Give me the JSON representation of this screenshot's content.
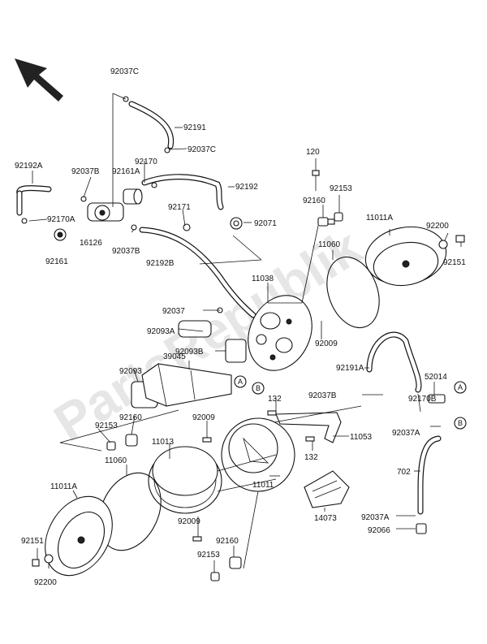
{
  "watermark": "PartsRepublik",
  "part_labels": [
    "92037C",
    "92191",
    "92037C",
    "92192A",
    "92037B",
    "92161A",
    "92170",
    "92192",
    "92170A",
    "16126",
    "92037B",
    "92171",
    "92071",
    "92161",
    "92192B",
    "120",
    "92153",
    "92160",
    "11011A",
    "92200",
    "92151",
    "11060",
    "11038",
    "92037",
    "92093A",
    "92009",
    "92093B",
    "39045",
    "92093",
    "92191A",
    "52014",
    "92037B",
    "92170B",
    "92037A",
    "132",
    "92160",
    "92153",
    "92009",
    "11013",
    "11053",
    "132",
    "11060",
    "11011A",
    "702",
    "11011",
    "14073",
    "92009",
    "92037A",
    "92066",
    "92160",
    "92151",
    "92153",
    "92200"
  ],
  "callouts": [
    "A",
    "B",
    "A",
    "B"
  ]
}
